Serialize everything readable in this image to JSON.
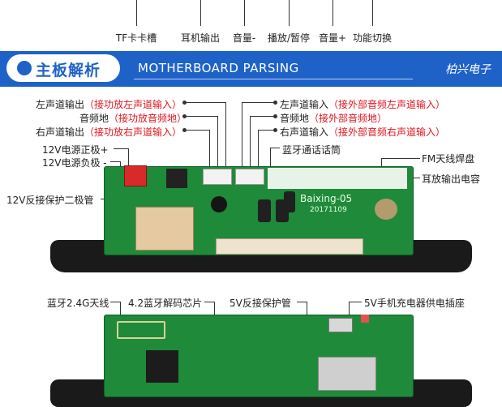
{
  "top_labels": [
    "TF卡卡槽",
    "耳机输出",
    "音量-",
    "播放/暂停",
    "音量+",
    "功能切换"
  ],
  "banner": {
    "title": "主板解析",
    "subtitle": "MOTHERBOARD PARSING",
    "brand": "柏兴电子"
  },
  "left_labels": [
    {
      "text": "左声道输出",
      "note": "（接功放左声道输入）"
    },
    {
      "text": "音频地",
      "note": "（接功放音频地）"
    },
    {
      "text": "右声道输出",
      "note": "（接功放右声道输入）"
    }
  ],
  "right_labels": [
    {
      "text": "左声道输入",
      "note": "（接外部音频左声道输入）"
    },
    {
      "text": "音频地",
      "note": "（接外部音频地）"
    },
    {
      "text": "右声道输入",
      "note": "（接外部音频右声道输入）"
    }
  ],
  "power": {
    "plus": "12V电源正极+",
    "minus": "12V电源负极 -",
    "diode": "12V反接保护二极管"
  },
  "bt_mic": "蓝牙通话话筒",
  "fm": "FM天线焊盘",
  "amp_cap": "耳放输出电容",
  "board_text": {
    "model": "Baixing-05",
    "date": "20171109"
  },
  "bottom_labels": [
    "蓝牙2.4G天线",
    "4.2蓝牙解码芯片",
    "5V反接保护管",
    "5V手机充电器供电插座"
  ],
  "colors": {
    "banner": "#1e62c8",
    "note": "#e0141e",
    "pcb": "#1f8a3a"
  }
}
